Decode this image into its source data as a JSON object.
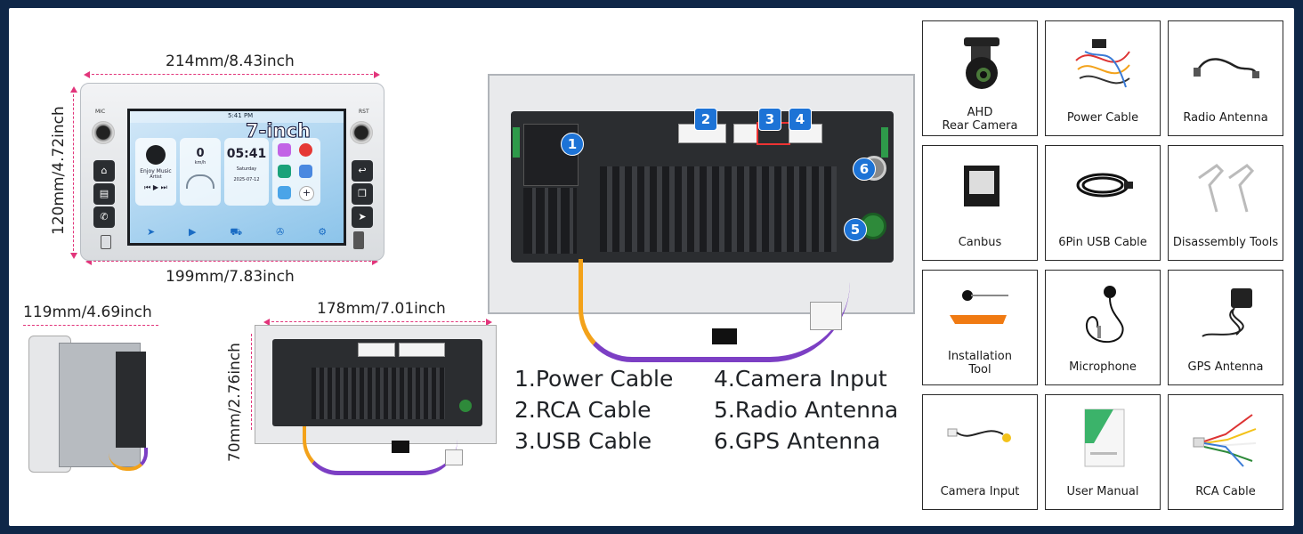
{
  "dimensions": {
    "front_width": "214mm/8.43inch",
    "front_height": "120mm/4.72inch",
    "front_bottom_width": "199mm/7.83inch",
    "side_depth": "119mm/4.69inch",
    "back_width": "178mm/7.01inch",
    "back_height": "70mm/2.76inch"
  },
  "screen": {
    "size_label": "7-inch",
    "time": "05:41",
    "status_time": "5:41 PM",
    "speed": "0",
    "speed_unit": "km/h",
    "music_title": "Enjoy Music",
    "music_artist": "Artist",
    "day": "Saturday",
    "date": "2025-07-12",
    "mic_label": "MIC",
    "rst_label": "RST"
  },
  "back_badges": [
    "1",
    "2",
    "3",
    "4",
    "5",
    "6"
  ],
  "legend": [
    "1.Power Cable",
    "2.RCA Cable",
    "3.USB Cable",
    "4.Camera Input",
    "5.Radio Antenna",
    "6.GPS Antenna"
  ],
  "accessories": [
    {
      "label_1": "AHD",
      "label_2": "Rear Camera",
      "icon": "camera-icon"
    },
    {
      "label_1": "Power Cable",
      "icon": "power-cable-icon"
    },
    {
      "label_1": "Radio Antenna",
      "icon": "radio-antenna-icon"
    },
    {
      "label_1": "Canbus",
      "icon": "canbus-icon"
    },
    {
      "label_1": "6Pin USB Cable",
      "icon": "usb-cable-icon"
    },
    {
      "label_1": "Disassembly Tools",
      "icon": "disassembly-tools-icon"
    },
    {
      "label_1": "Installation",
      "label_2": "Tool",
      "icon": "installation-tool-icon"
    },
    {
      "label_1": "Microphone",
      "icon": "microphone-icon"
    },
    {
      "label_1": "GPS Antenna",
      "icon": "gps-antenna-icon"
    },
    {
      "label_1": "Camera Input",
      "icon": "camera-input-cable-icon"
    },
    {
      "label_1": "User Manual",
      "icon": "user-manual-icon"
    },
    {
      "label_1": "RCA Cable",
      "icon": "rca-cable-icon"
    }
  ],
  "colors": {
    "background": "#0f2748",
    "badge": "#1d73d6",
    "dimension_line": "#e2357b"
  }
}
